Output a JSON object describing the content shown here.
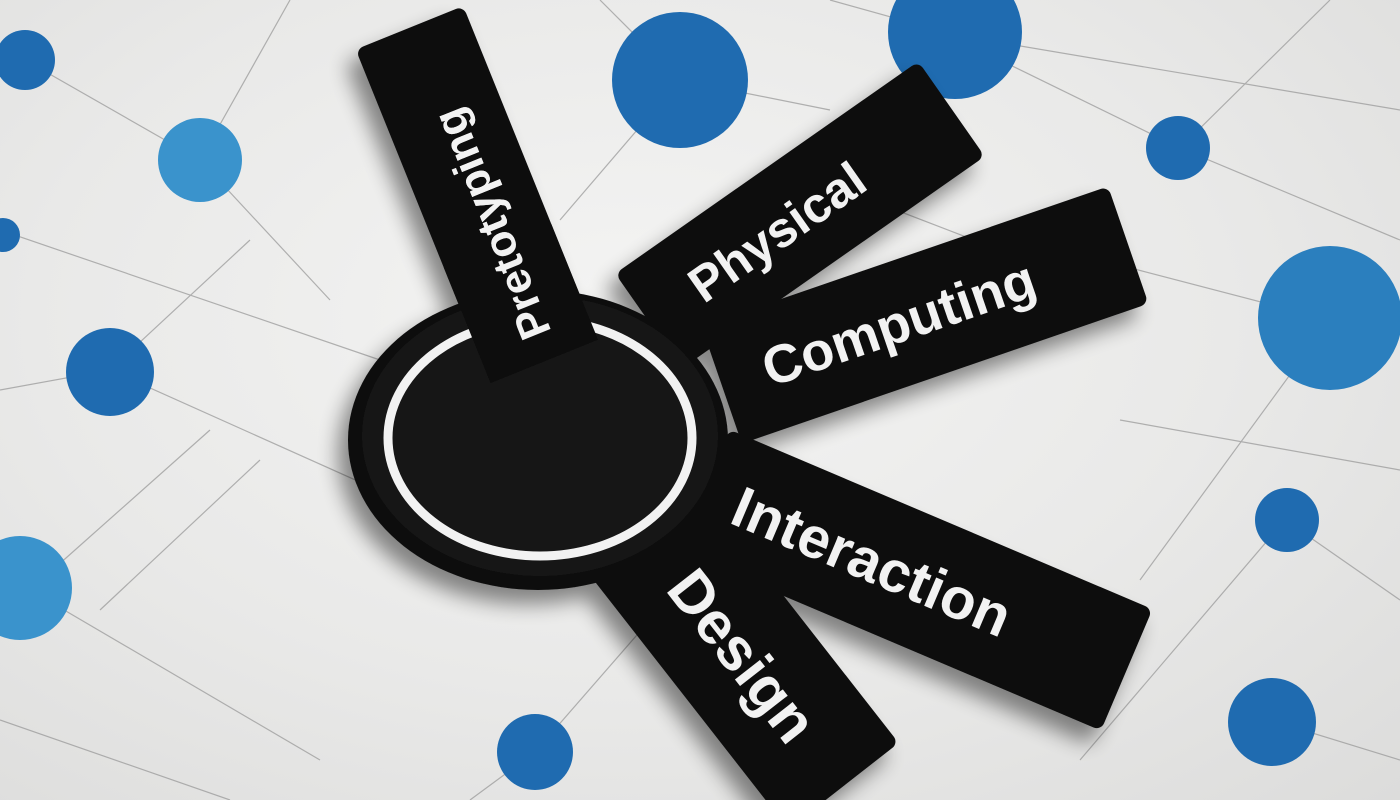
{
  "scene": {
    "hub": {
      "ring_color": "#f2f2f2",
      "fill_color": "#121212"
    },
    "arms": {
      "prototyping": "Pretotyping",
      "physical": "Physical",
      "computing": "Computing",
      "interaction": "Interaction",
      "design": "Design"
    },
    "colors": {
      "background": "#ebebea",
      "network_lines": "#9a9a9a",
      "dot_dark": "#1f6bb0",
      "dot_light": "#3a93cc",
      "label_text": "#f2f2f2",
      "sign_fill": "#111111"
    }
  }
}
